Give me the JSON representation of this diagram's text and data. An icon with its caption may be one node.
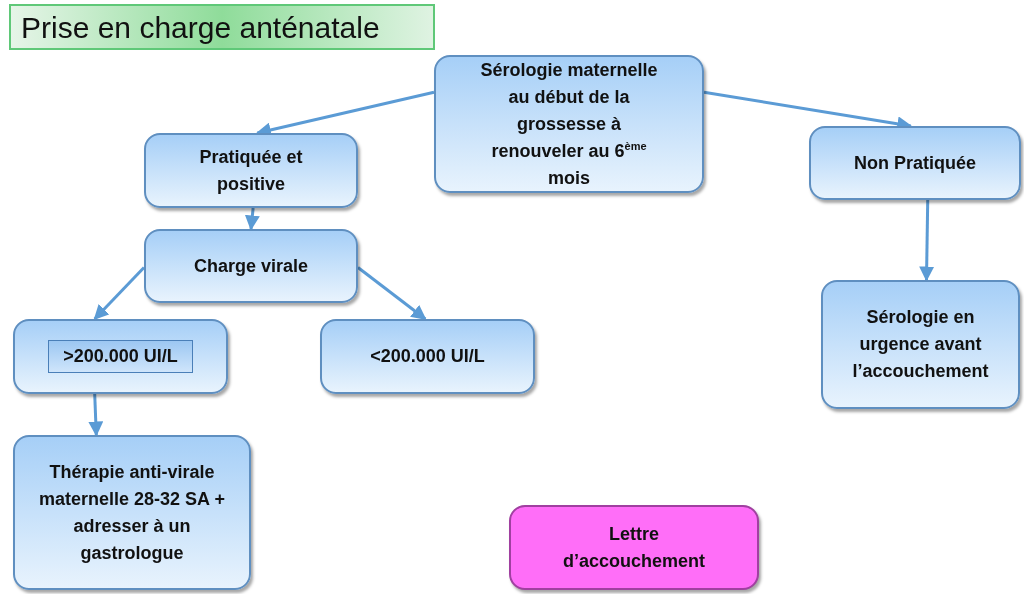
{
  "diagram": {
    "title": "Prise en charge anténatale",
    "nodes": [
      {
        "text": [
          "Sérologie maternelle au début de la grossesse à renouveler au 6$^{ème}$ mois"
        ]
      },
      {
        "text": [
          "Pratiquée et positive"
        ]
      },
      {
        "text": [
          "Non Pratiquée"
        ]
      },
      {
        "text": [
          "Charge virale"
        ]
      },
      {
        "text": [
          ">200.000 UI/L"
        ]
      },
      {
        "text": [
          "<200.000 UI/L"
        ]
      },
      {
        "text": [
          "Sérologie en urgence avant l’accouchement"
        ]
      },
      {
        "text": [
          "Thérapie anti-virale maternelle 28-32 SA + adresser à un gastrologue"
        ]
      },
      {
        "text": [
          "Lettre d’accouchement"
        ]
      }
    ],
    "edges": [
      {
        "from": 0,
        "to": 1,
        "arrow": "to"
      },
      {
        "from": 0,
        "to": 2,
        "arrow": "to"
      },
      {
        "from": 1,
        "to": 3,
        "arrow": "to"
      },
      {
        "from": 3,
        "to": 4,
        "arrow": "to"
      },
      {
        "from": 3,
        "to": 5,
        "arrow": "to"
      },
      {
        "from": 4,
        "to": 7,
        "arrow": "to"
      },
      {
        "from": 2,
        "to": 6,
        "arrow": "to"
      }
    ]
  }
}
